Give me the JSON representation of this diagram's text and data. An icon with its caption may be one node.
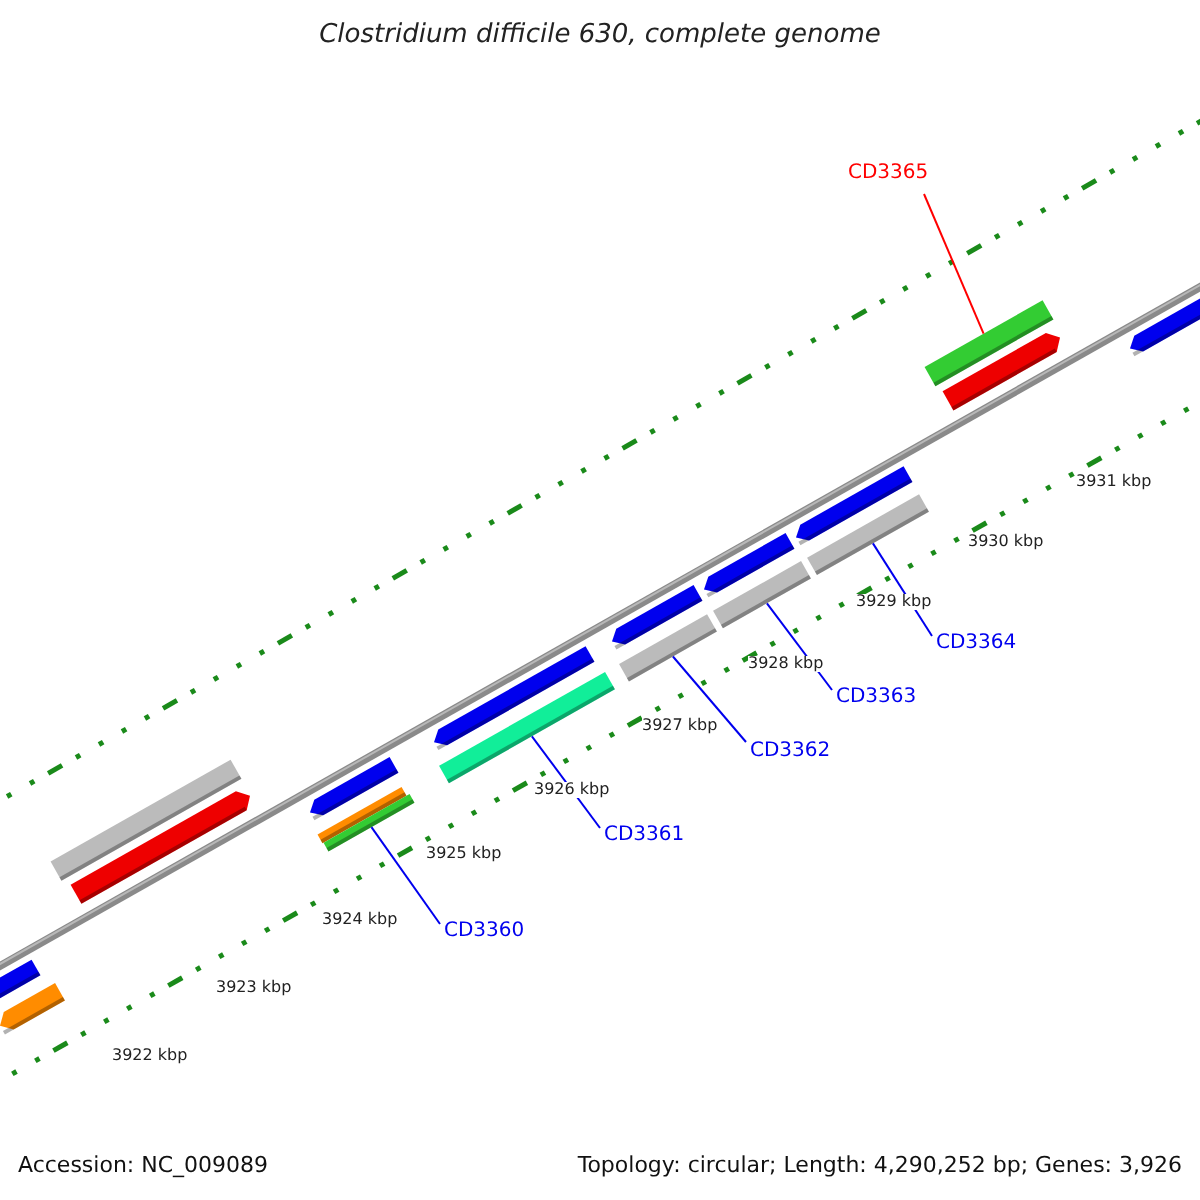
{
  "diagram": {
    "title": "Clostridium difficile 630, complete genome",
    "nodes": [
      {
        "text": [
          "CD3365"
        ]
      },
      {
        "text": [],
        "shape": "bar"
      },
      {
        "text": [
          "CD3364"
        ]
      },
      {
        "text": [],
        "shape": "bar"
      },
      {
        "text": [
          "CD3363"
        ]
      },
      {
        "text": [],
        "shape": "bar"
      },
      {
        "text": [
          "CD3362"
        ]
      },
      {
        "text": [],
        "shape": "bar"
      },
      {
        "text": [
          "CD3361"
        ]
      },
      {
        "text": [],
        "shape": "bar"
      },
      {
        "text": [
          "CD3360"
        ]
      },
      {
        "text": [],
        "shape": "bar"
      }
    ],
    "edges": [
      {
        "from": 0,
        "to": 1,
        "arrow": "none",
        "color": "#ff0000"
      },
      {
        "from": 2,
        "to": 3,
        "arrow": "none"
      },
      {
        "from": 4,
        "to": 5,
        "arrow": "none"
      },
      {
        "from": 6,
        "to": 7,
        "arrow": "none"
      },
      {
        "from": 8,
        "to": 9,
        "arrow": "none"
      },
      {
        "from": 10,
        "to": 11,
        "arrow": "none"
      }
    ],
    "labels": [
      "3931 kbp",
      "3930 kbp",
      "3929 kbp",
      "3928 kbp",
      "3927 kbp",
      "3926 kbp",
      "3925 kbp",
      "3924 kbp",
      "3923 kbp",
      "3922 kbp",
      "Accession: NC_009089",
      "Topology: circular; Length: 4,290,252 bp; Genes: 3,926"
    ]
  }
}
